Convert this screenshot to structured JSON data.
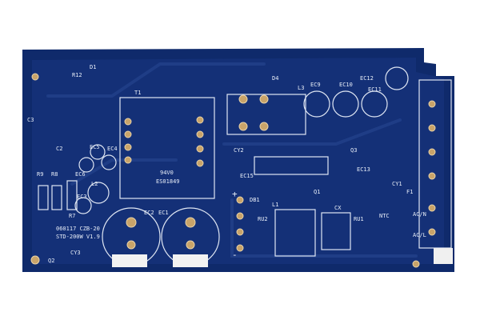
{
  "board": {
    "colors": {
      "background": "#ffffff",
      "soldermask": "#0f2a6b",
      "copper_fill": "#17357e",
      "silkscreen": "#e8eef8",
      "pad": "#c9a46a"
    },
    "labels": {
      "model": "STD-200W V1.9",
      "date": "060117 CZB-20",
      "marking": "94V0",
      "code": "ES01849",
      "t1": "T1",
      "ec1": "EC1",
      "ec2": "EC2",
      "ec3": "EC3",
      "ec4": "EC4",
      "ec5": "EC5",
      "ec6": "EC6",
      "ec9": "EC9",
      "ec10": "EC10",
      "ec11": "EC11",
      "ec12": "EC12",
      "ec13": "EC13",
      "ec15": "EC15",
      "cy1": "CY1",
      "cy2": "CY2",
      "cy3": "CY3",
      "cx": "CX",
      "c2": "C2",
      "c3": "C3",
      "q1": "Q1",
      "q2": "Q2",
      "q3": "Q3",
      "l1": "L1",
      "l2": "L2",
      "l3": "L3",
      "d1": "D1",
      "d4": "D4",
      "db1": "DB1",
      "ntc": "NTC",
      "ru1": "RU1",
      "ru2": "RU2",
      "f1": "F1",
      "r7": "R7",
      "r8": "R8",
      "r9": "R9",
      "r12": "R12",
      "ac_l": "AC/L",
      "ac_n": "AC/N",
      "plus": "+",
      "minus": "-"
    }
  }
}
